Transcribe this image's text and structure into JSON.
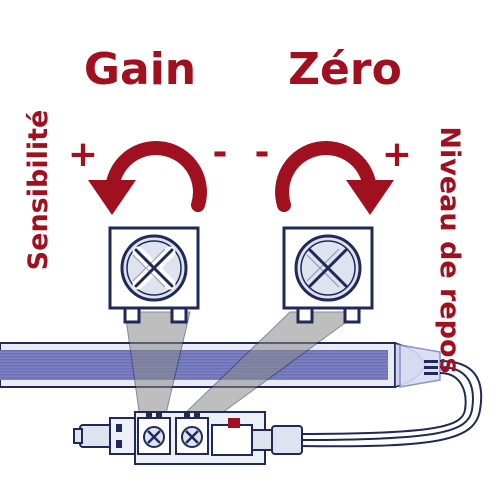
{
  "labels": {
    "gain": "Gain",
    "zero": "Zéro",
    "sensitivity": "Sensibilité",
    "rest_level": "Niveau de repos",
    "gain_plus": "+",
    "gain_minus": "-",
    "zero_minus": "-",
    "zero_plus": "+"
  },
  "colors": {
    "accent": "#a0101e",
    "navy": "#1f2a5a",
    "screw_face": "#dfe3ef",
    "strip_fill": "#5a60a8",
    "strip_light": "#c9cbe8",
    "beam": "#8a8a8a"
  },
  "icons": {
    "left_arrow": "counterclockwise-arrow-icon",
    "right_arrow": "clockwise-arrow-icon",
    "screw": "trimmer-screw-icon"
  }
}
